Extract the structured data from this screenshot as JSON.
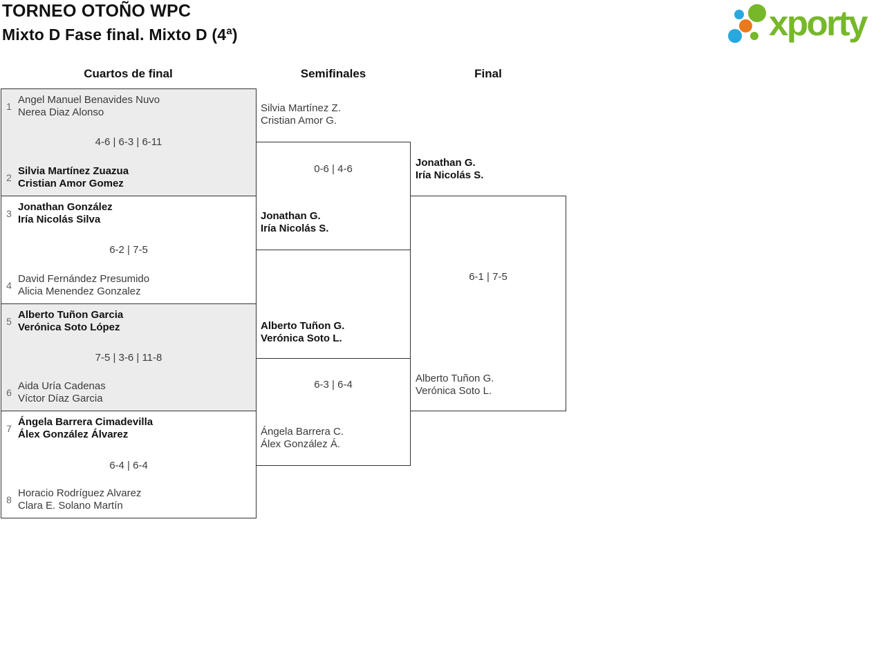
{
  "header": {
    "title_line1": "TORNEO OTOÑO WPC",
    "title_line2": "Mixto D Fase final. Mixto D (4ª)"
  },
  "logo": {
    "wordmark": "xporty",
    "colors": {
      "green": "#76b82a",
      "blue": "#29a8df",
      "orange": "#e8791d"
    }
  },
  "round_headers": {
    "quarterfinals": "Cuartos de final",
    "semifinals": "Semifinales",
    "final": "Final"
  },
  "bracket": {
    "quarterfinals": [
      {
        "top_seed": "1",
        "top": {
          "line1": "Angel Manuel Benavides Nuvo",
          "line2": "Nerea Diaz Alonso",
          "is_winner": false
        },
        "score": "4-6 | 6-3 | 6-11",
        "bottom_seed": "2",
        "bottom": {
          "line1": "Silvia Martínez Zuazua",
          "line2": "Cristian Amor Gomez",
          "is_winner": true
        }
      },
      {
        "top_seed": "3",
        "top": {
          "line1": "Jonathan González",
          "line2": "Iría Nicolás Silva",
          "is_winner": true
        },
        "score": "6-2 | 7-5",
        "bottom_seed": "4",
        "bottom": {
          "line1": "David Fernández Presumido",
          "line2": "Alicia Menendez Gonzalez",
          "is_winner": false
        }
      },
      {
        "top_seed": "5",
        "top": {
          "line1": "Alberto Tuñon Garcia",
          "line2": "Verónica Soto López",
          "is_winner": true
        },
        "score": "7-5 | 3-6 | 11-8",
        "bottom_seed": "6",
        "bottom": {
          "line1": "Aida Uría Cadenas",
          "line2": "Víctor Díaz Garcia",
          "is_winner": false
        }
      },
      {
        "top_seed": "7",
        "top": {
          "line1": "Ángela Barrera Cimadevilla",
          "line2": "Álex González Álvarez",
          "is_winner": true
        },
        "score": "6-4 | 6-4",
        "bottom_seed": "8",
        "bottom": {
          "line1": "Horacio Rodríguez Alvarez",
          "line2": "Clara E. Solano Martín",
          "is_winner": false
        }
      }
    ],
    "semifinals": [
      {
        "top": {
          "line1": "Silvia Martínez Z.",
          "line2": "Cristian Amor G.",
          "is_winner": false
        },
        "score": "0-6 | 4-6",
        "bottom": {
          "line1": "Jonathan G.",
          "line2": "Iría Nicolás S.",
          "is_winner": true
        }
      },
      {
        "top": {
          "line1": "Alberto Tuñon G.",
          "line2": "Verónica Soto L.",
          "is_winner": true
        },
        "score": "6-3 | 6-4",
        "bottom": {
          "line1": "Ángela Barrera C.",
          "line2": "Álex González Á.",
          "is_winner": false
        }
      }
    ],
    "final": {
      "top": {
        "line1": "Jonathan G.",
        "line2": "Iría Nicolás S.",
        "is_winner": true
      },
      "score": "6-1 | 7-5",
      "bottom": {
        "line1": "Alberto Tuñon G.",
        "line2": "Verónica Soto L.",
        "is_winner": false
      }
    }
  }
}
